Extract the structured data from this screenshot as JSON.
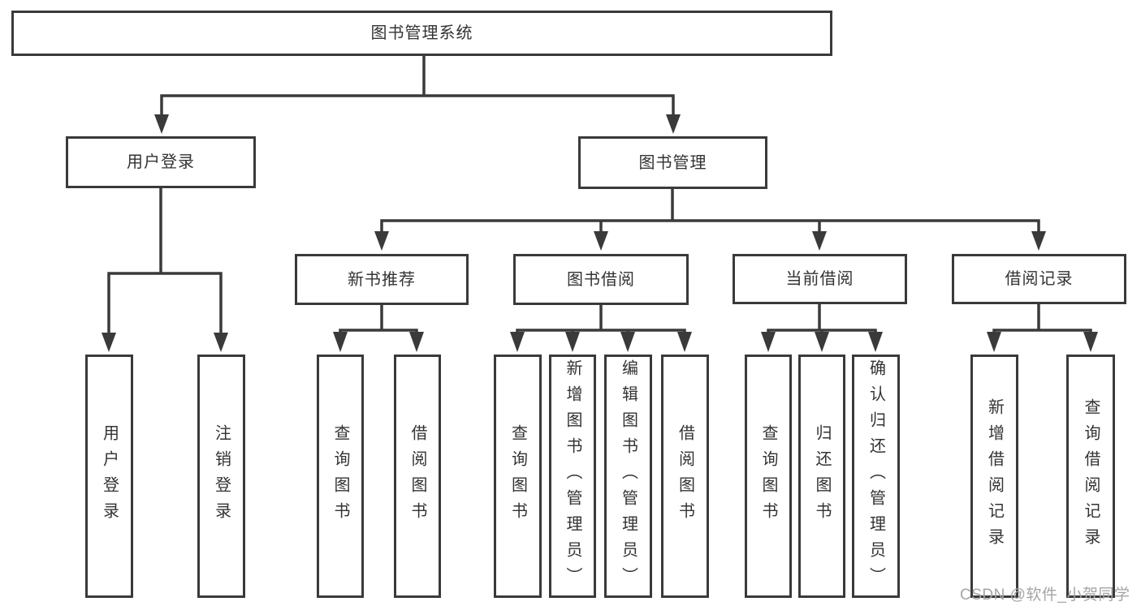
{
  "colors": {
    "line": "#3a3a3a",
    "text": "#333333",
    "watermark": "#a5a5a5",
    "background": "#ffffff"
  },
  "watermark": {
    "text": "CSDN @软件_小贺同学"
  },
  "tree": {
    "root": {
      "label": "图书管理系统"
    },
    "branches": [
      {
        "label": "用户登录",
        "children": [
          {
            "label": "用户登录"
          },
          {
            "label": "注销登录"
          }
        ]
      },
      {
        "label": "图书管理",
        "children": [
          {
            "label": "新书推荐",
            "children": [
              {
                "label": "查询图书"
              },
              {
                "label": "借阅图书"
              }
            ]
          },
          {
            "label": "图书借阅",
            "children": [
              {
                "label": "查询图书"
              },
              {
                "label": "新增图书（管理员）"
              },
              {
                "label": "编辑图书（管理员）"
              },
              {
                "label": "借阅图书"
              }
            ]
          },
          {
            "label": "当前借阅",
            "children": [
              {
                "label": "查询图书"
              },
              {
                "label": "归还图书"
              },
              {
                "label": "确认归还（管理员）"
              }
            ]
          },
          {
            "label": "借阅记录",
            "children": [
              {
                "label": "新增借阅记录"
              },
              {
                "label": "查询借阅记录"
              }
            ]
          }
        ]
      }
    ]
  }
}
